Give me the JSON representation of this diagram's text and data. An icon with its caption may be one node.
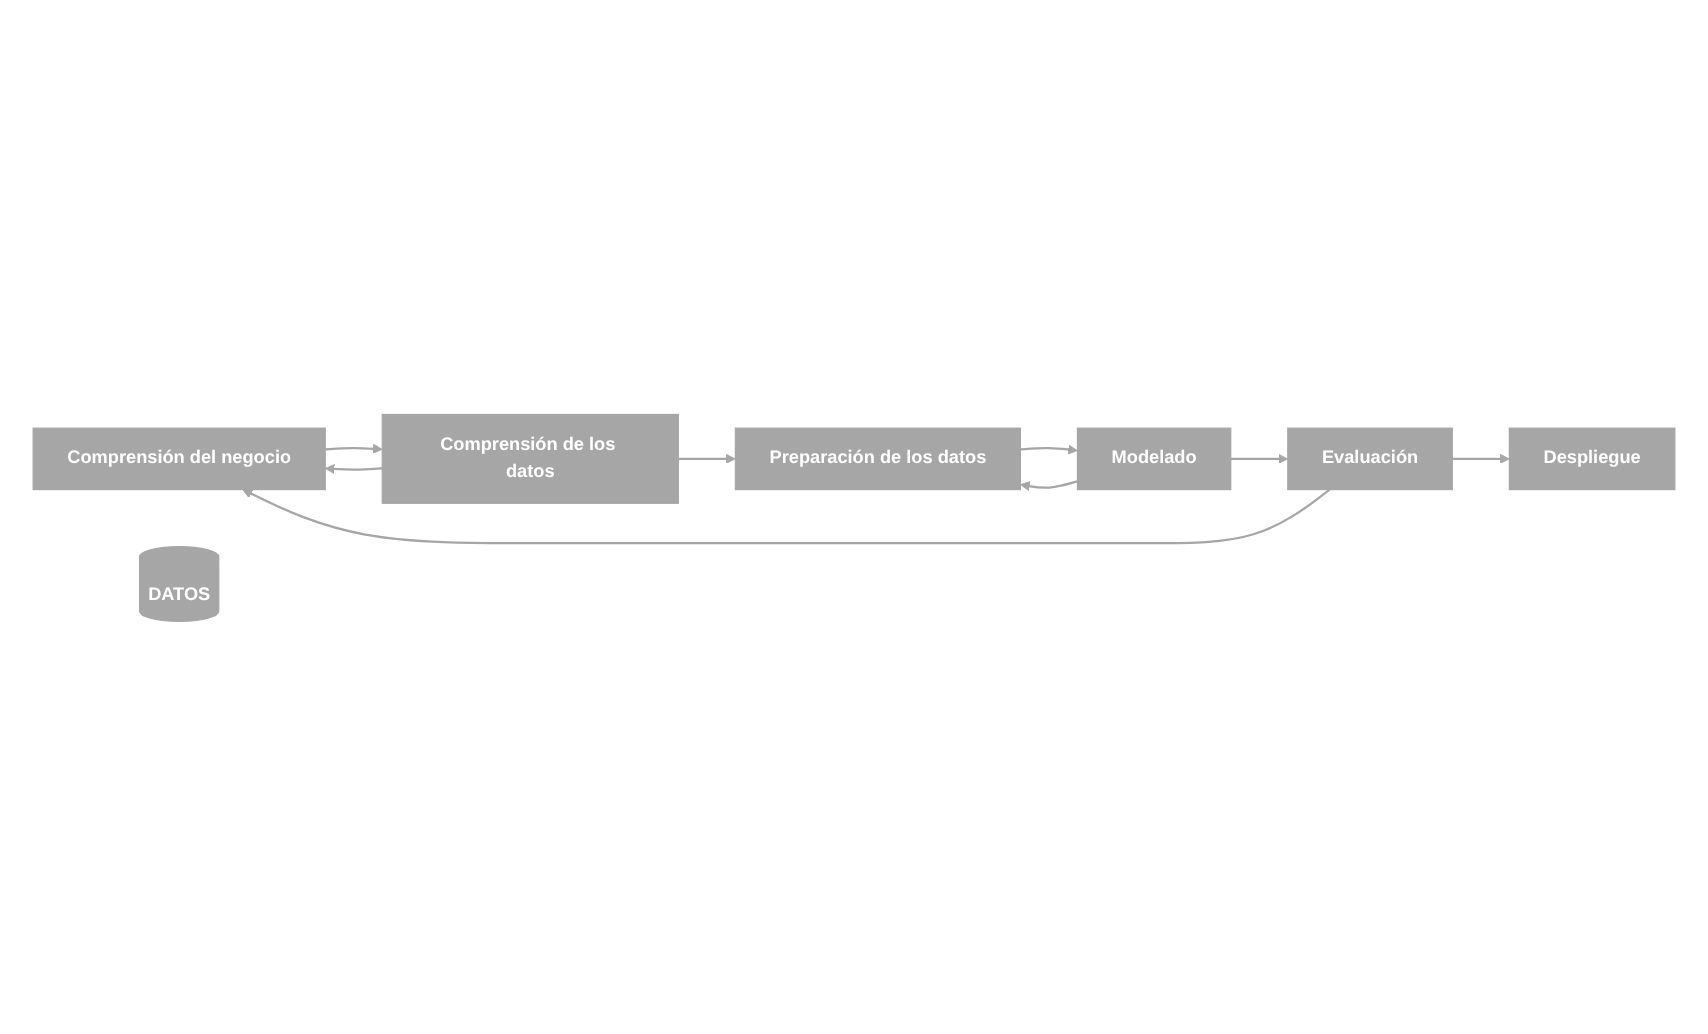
{
  "diagram": {
    "nodes": [
      {
        "text": [
          "Comprensión del negocio"
        ]
      },
      {
        "text": [
          "Comprensión de los datos"
        ]
      },
      {
        "text": [
          "Preparación de los datos"
        ]
      },
      {
        "text": [
          "Modelado"
        ]
      },
      {
        "text": [
          "Evaluación"
        ]
      },
      {
        "text": [
          "Despliegue"
        ]
      },
      {
        "text": [
          "DATOS"
        ]
      }
    ],
    "edges": [
      {
        "from": 0,
        "to": 1,
        "arrow": "to"
      },
      {
        "from": 1,
        "to": 0,
        "arrow": "to"
      },
      {
        "from": 1,
        "to": 2,
        "arrow": "to"
      },
      {
        "from": 2,
        "to": 3,
        "arrow": "to"
      },
      {
        "from": 3,
        "to": 2,
        "arrow": "to"
      },
      {
        "from": 3,
        "to": 4,
        "arrow": "to"
      },
      {
        "from": 4,
        "to": 0,
        "arrow": "to"
      },
      {
        "from": 4,
        "to": 5,
        "arrow": "to"
      }
    ]
  }
}
